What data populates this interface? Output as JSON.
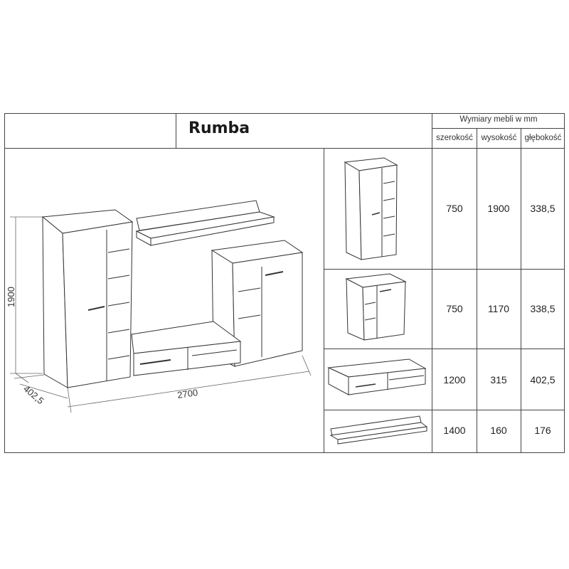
{
  "title": "Rumba",
  "header": {
    "group": "Wymiary mebli w mm",
    "columns": [
      "szerokość",
      "wysokość",
      "głębokość"
    ]
  },
  "rows": [
    {
      "item": "tall-cabinet",
      "width": "750",
      "height": "1900",
      "depth": "338,5"
    },
    {
      "item": "low-cabinet",
      "width": "750",
      "height": "1170",
      "depth": "338,5"
    },
    {
      "item": "tv-stand",
      "width": "1200",
      "height": "315",
      "depth": "402,5"
    },
    {
      "item": "wall-shelf",
      "width": "1400",
      "height": "160",
      "depth": "176"
    }
  ],
  "overview_dimensions": {
    "height": "1900",
    "depth": "402,5",
    "width": "2700"
  }
}
